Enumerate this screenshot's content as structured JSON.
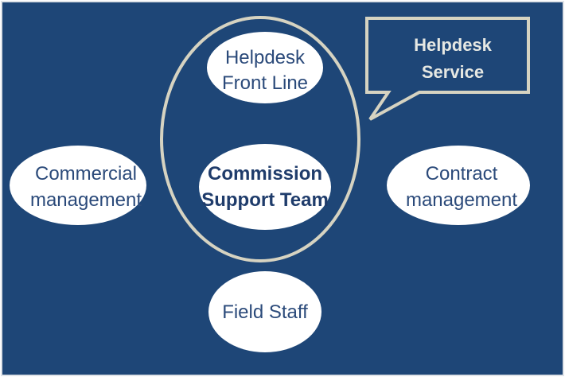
{
  "colors": {
    "background": "#1e4677",
    "node_fill": "#ffffff",
    "node_text": "#2b4a7a",
    "ring_stroke": "#d6d3c1",
    "callout_text": "#e6e8e3"
  },
  "nodes": {
    "helpdesk_front_line": {
      "line1": "Helpdesk",
      "line2": "Front Line"
    },
    "commission_support_team": {
      "line1": "Commission",
      "line2": "Support Team"
    },
    "commercial_management": {
      "line1": "Commercial",
      "line2": "management"
    },
    "contract_management": {
      "line1": "Contract",
      "line2": "management"
    },
    "field_staff": {
      "line1": "Field Staff"
    }
  },
  "callout": {
    "line1": "Helpdesk",
    "line2": "Service"
  }
}
